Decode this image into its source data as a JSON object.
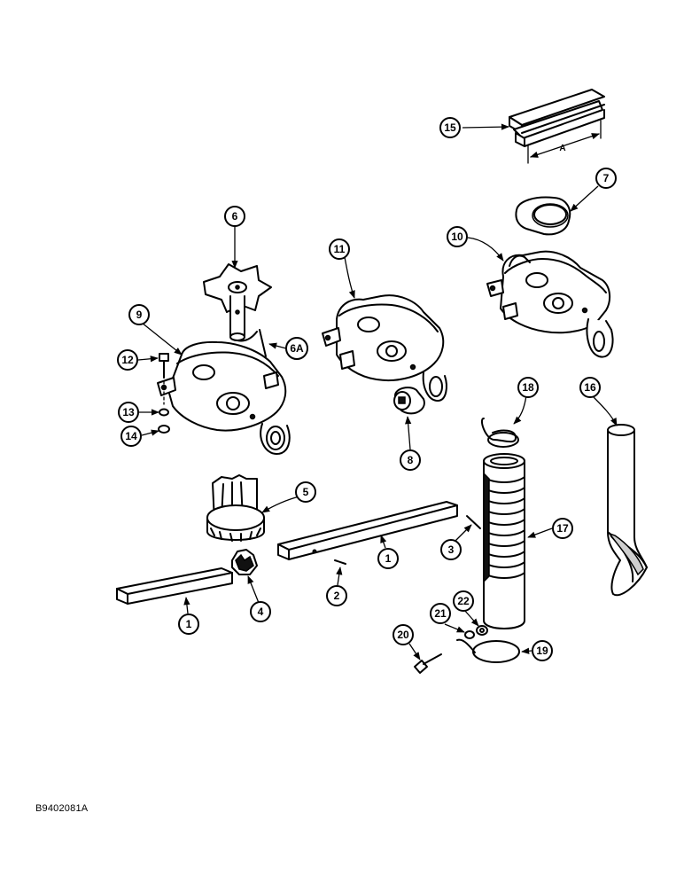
{
  "figure_id": "B9402081A",
  "dimension_label": "A",
  "callouts": {
    "c1a": "1",
    "c1b": "1",
    "c2": "2",
    "c3": "3",
    "c4": "4",
    "c5": "5",
    "c6": "6",
    "c6a": "6A",
    "c7": "7",
    "c8": "8",
    "c9": "9",
    "c10": "10",
    "c11": "11",
    "c12": "12",
    "c13": "13",
    "c14": "14",
    "c15": "15",
    "c16": "16",
    "c17": "17",
    "c18": "18",
    "c19": "19",
    "c20": "20",
    "c21": "21",
    "c22": "22"
  }
}
